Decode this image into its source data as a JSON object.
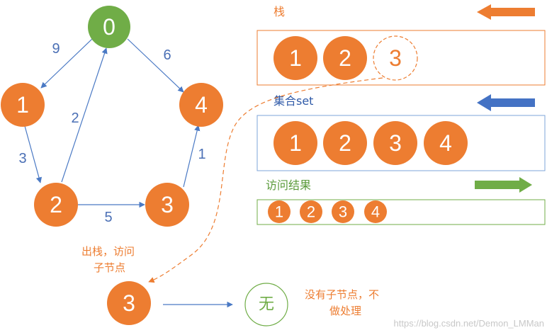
{
  "graph": {
    "nodes": [
      {
        "label": "0",
        "color": "#70ad47"
      },
      {
        "label": "1",
        "color": "#ed7d31"
      },
      {
        "label": "2",
        "color": "#ed7d31"
      },
      {
        "label": "3",
        "color": "#ed7d31"
      },
      {
        "label": "4",
        "color": "#ed7d31"
      }
    ],
    "edges": [
      {
        "from": "0",
        "to": "1",
        "weight": "9"
      },
      {
        "from": "0",
        "to": "4",
        "weight": "6"
      },
      {
        "from": "1",
        "to": "2",
        "weight": "3"
      },
      {
        "from": "2",
        "to": "0",
        "weight": "2"
      },
      {
        "from": "2",
        "to": "3",
        "weight": "5"
      },
      {
        "from": "3",
        "to": "4",
        "weight": "1"
      }
    ]
  },
  "stack": {
    "title": "栈",
    "items": [
      "1",
      "2"
    ],
    "popped_item": "3",
    "arrow_color": "#ed7d31"
  },
  "set": {
    "title": "集合set",
    "items": [
      "1",
      "2",
      "3",
      "4"
    ],
    "arrow_color": "#4472c4"
  },
  "visit": {
    "title": "访问结果",
    "items": [
      "1",
      "2",
      "3",
      "4"
    ],
    "arrow_color": "#70ad47"
  },
  "process": {
    "note_line1": "出栈，访问",
    "note_line2": "子节点",
    "popped_node": "3",
    "result_label": "无",
    "result_note_line1": "没有子节点，不",
    "result_note_line2": "做处理"
  },
  "watermark": "https://blog.csdn.net/Demon_LMMan",
  "colors": {
    "orange": "#ed7d31",
    "green": "#70ad47",
    "blue": "#4472c4",
    "edge_blue": "#4a79c4"
  }
}
